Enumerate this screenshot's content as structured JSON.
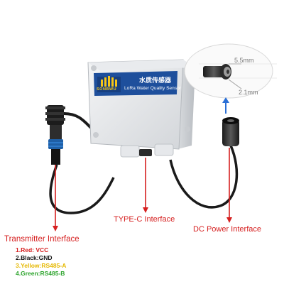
{
  "device": {
    "title_cn": "水质传感器",
    "subtitle": "LoRa Water Quality Sensor",
    "brand": "SONBWU",
    "label_color": "#1e4f9c"
  },
  "callouts": {
    "transmitter": "Transmitter Interface",
    "typec": "TYPE-C Interface",
    "dc_power": "DC Power Interface"
  },
  "wires": [
    {
      "text": "1.Red: VCC",
      "color": "#d62020"
    },
    {
      "text": "2.Black:GND",
      "color": "#111111"
    },
    {
      "text": "3.Yellow:RS485-A",
      "color": "#e5b800"
    },
    {
      "text": "4.Green:RS485-B",
      "color": "#2fa52f"
    }
  ],
  "dimensions": {
    "outer": "5.5mm",
    "inner": "2.1mm"
  },
  "colors": {
    "callout_red": "#d62020",
    "detail_arrow_blue": "#2a6fd6"
  }
}
